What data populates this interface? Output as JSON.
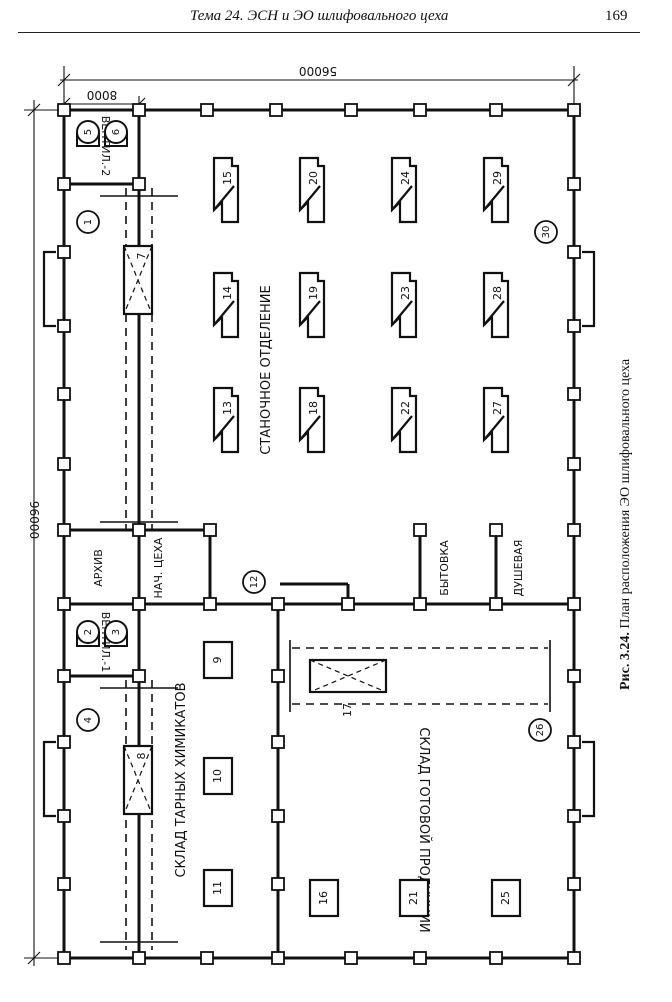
{
  "header": {
    "title": "Тема 24. ЭСН и ЭО шлифовального цеха",
    "page_number": "169"
  },
  "dimensions": {
    "width": "56000",
    "bay": "8000",
    "length": "96000"
  },
  "rooms": {
    "machine": "СТАНОЧНОЕ ОТДЕЛЕНИЕ",
    "chem": "СКЛАД ТАРНЫХ ХИМИКАТОВ",
    "finished": "СКЛАД ГОТОВОЙ ПРОДУКЦИИ",
    "archive": "АРХИВ",
    "head": "НАЧ. ЦЕХА",
    "vent1": "ВЕНТИЛ.-1",
    "vent2": "ВЕНТИЛ.-2",
    "household": "БЫТОВКА",
    "shower": "ДУШЕВАЯ"
  },
  "machines": [
    "13",
    "14",
    "15",
    "18",
    "19",
    "20",
    "22",
    "23",
    "24",
    "27",
    "28",
    "29"
  ],
  "boxes": [
    "9",
    "10",
    "11",
    "16",
    "21",
    "25"
  ],
  "cranes": [
    "7",
    "8",
    "17"
  ],
  "circles": [
    "1",
    "4",
    "12",
    "26",
    "30"
  ],
  "fans": [
    "2",
    "3",
    "5",
    "6"
  ],
  "caption": {
    "prefix": "Рис. 3.24.",
    "text": "План расположения ЭО шлифовального цеха"
  }
}
